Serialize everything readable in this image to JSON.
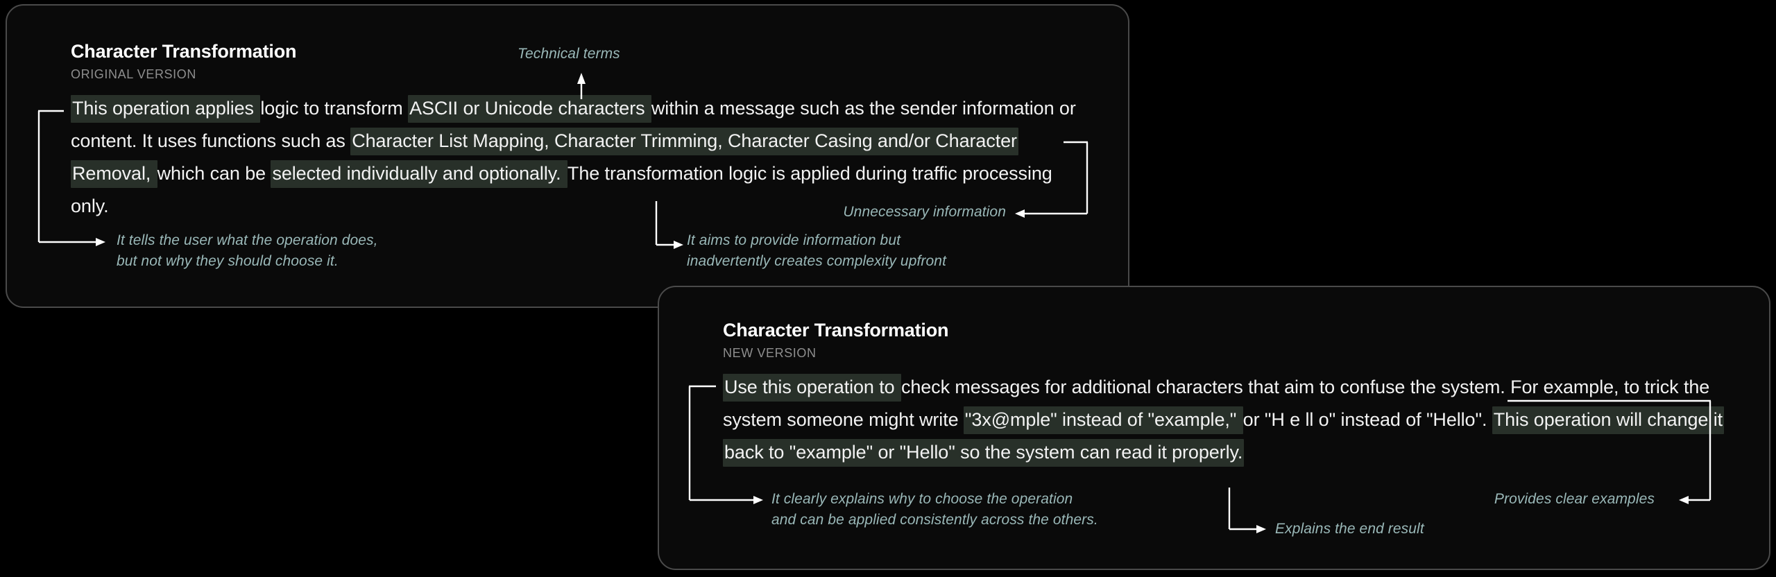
{
  "page": {
    "background": "#000000",
    "accent_highlight": "#283029",
    "annotation_color": "#9ab8b8",
    "card_border": "#4a4a4a"
  },
  "cards": [
    {
      "id": "original",
      "title": "Character Transformation",
      "subtitle": "ORIGINAL VERSION",
      "paragraph_segments": [
        {
          "text": "This operation applies ",
          "highlight": true
        },
        {
          "text": "logic to transform ",
          "highlight": false
        },
        {
          "text": "ASCII or Unicode characters ",
          "highlight": true
        },
        {
          "text": "within a message such as the sender information or content. It uses functions such as ",
          "highlight": false
        },
        {
          "text": "Character List Mapping, Character Trimming, Character Casing and/or Character Removal, ",
          "highlight": true
        },
        {
          "text": "which can be ",
          "highlight": false
        },
        {
          "text": "selected individually and optionally. ",
          "highlight": true
        },
        {
          "text": "The transformation logic is applied during traffic processing only.",
          "highlight": false
        }
      ],
      "plain_paragraph": "This operation applies logic to transform ASCII or Unicode characters within a message such as the sender information or content. It uses functions such as Character List Mapping, Character Trimming, Character Casing and/or Character Removal, which can be selected individually and optionally. The transformation logic is applied during traffic processing only."
    },
    {
      "id": "new",
      "title": "Character Transformation",
      "subtitle": "NEW VERSION",
      "paragraph_segments": [
        {
          "text": "Use this operation to ",
          "highlight": true
        },
        {
          "text": "check messages for additional characters that aim to confuse the system.  For example, to trick the system someone might write ",
          "highlight": false
        },
        {
          "text": "\"3x@mple\" instead of \"example,\" ",
          "highlight": true
        },
        {
          "text": "or \"H e ll o\"  instead of \"Hello\". ",
          "highlight": false
        },
        {
          "text": "This operation will change it back to \"example\" or \"Hello\" so the system can read it properly.",
          "highlight": true
        }
      ],
      "plain_paragraph": "Use this operation to check messages for additional characters that aim to confuse the system.  For example, to trick the system someone might write \"3x@mple\" instead of \"example,\" or \"H e ll o\"  instead of \"Hello\". This operation will change it back to \"example\" or \"Hello\" so the system can read it properly."
    }
  ],
  "annotations": [
    {
      "id": "technical-terms",
      "text": "Technical terms"
    },
    {
      "id": "tells-user-what",
      "text": "It tells the user what the operation does,\nbut not why they should choose it."
    },
    {
      "id": "unnecessary-information",
      "text": "Unnecessary information"
    },
    {
      "id": "aims-to-provide",
      "text": "It aims to provide information but\ninadvertently creates complexity upfront"
    },
    {
      "id": "clearly-explains-why",
      "text": "It clearly explains why to choose the operation\nand can be applied consistently across the others."
    },
    {
      "id": "provides-clear-examples",
      "text": "Provides clear examples"
    },
    {
      "id": "explains-end-result",
      "text": "Explains the end result"
    }
  ]
}
